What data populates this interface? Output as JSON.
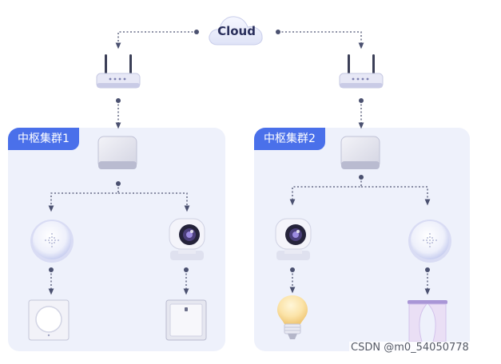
{
  "cloud": {
    "label": "Cloud"
  },
  "clusters": [
    {
      "label": "中枢集群1"
    },
    {
      "label": "中枢集群2"
    }
  ],
  "icons": {
    "cloud": "cloud-icon",
    "router": "router-icon",
    "hub": "hub-icon",
    "sensor": "motion-sensor-icon",
    "camera": "camera-icon",
    "button": "smart-button-icon",
    "switch": "wall-switch-icon",
    "bulb": "light-bulb-icon",
    "curtain": "curtain-icon"
  },
  "colors": {
    "cluster_bg": "#eef1fb",
    "cluster_label_bg": "#4a70ea",
    "connector": "#4b5170"
  },
  "watermark": "CSDN @m0_54050778"
}
